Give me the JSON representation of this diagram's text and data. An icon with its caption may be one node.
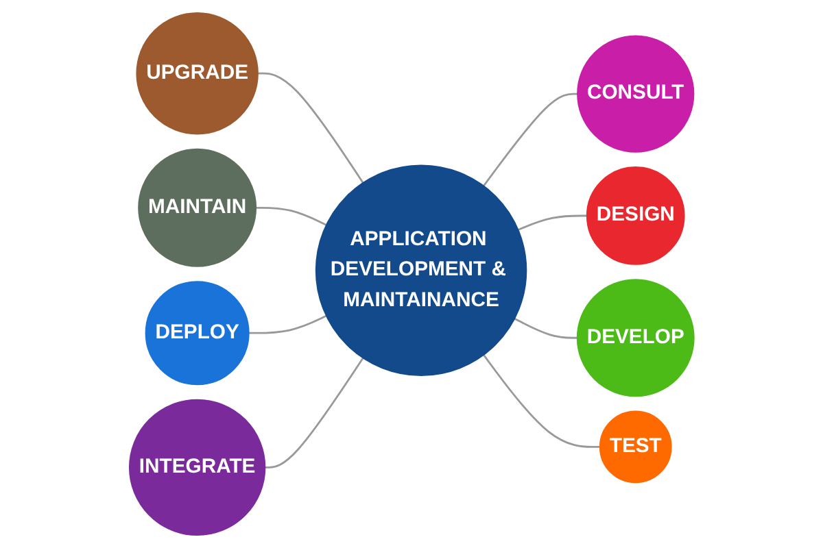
{
  "diagram": {
    "nodes": [
      {
        "text": [
          "APPLICATION DEVELOPMENT & MAINTAINANCE"
        ]
      },
      {
        "text": [
          "UPGRADE"
        ]
      },
      {
        "text": [
          "CONSULT"
        ]
      },
      {
        "text": [
          "MAINTAIN"
        ]
      },
      {
        "text": [
          "DESIGN"
        ]
      },
      {
        "text": [
          "DEPLOY"
        ]
      },
      {
        "text": [
          "DEVELOP"
        ]
      },
      {
        "text": [
          "INTEGRATE"
        ]
      },
      {
        "text": [
          "TEST"
        ]
      }
    ],
    "edges": [
      {
        "from": 0,
        "to": 1,
        "arrow": "none"
      },
      {
        "from": 0,
        "to": 2,
        "arrow": "none"
      },
      {
        "from": 0,
        "to": 3,
        "arrow": "none"
      },
      {
        "from": 0,
        "to": 4,
        "arrow": "none"
      },
      {
        "from": 0,
        "to": 5,
        "arrow": "none"
      },
      {
        "from": 0,
        "to": 6,
        "arrow": "none"
      },
      {
        "from": 0,
        "to": 7,
        "arrow": "none"
      },
      {
        "from": 0,
        "to": 8,
        "arrow": "none"
      }
    ]
  }
}
